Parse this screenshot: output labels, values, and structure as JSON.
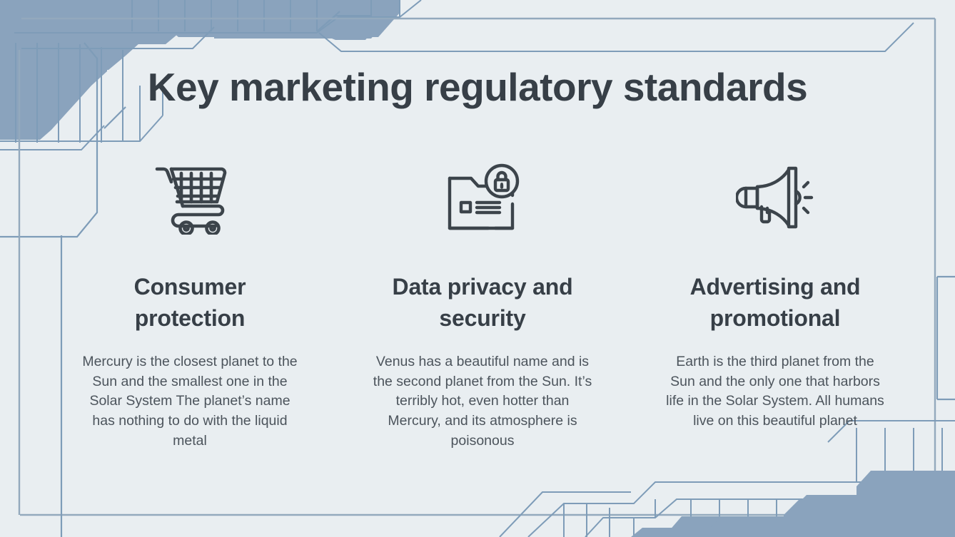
{
  "slide": {
    "title": "Key marketing regulatory standards",
    "background_color": "#e9eef1",
    "accent_color": "#8aa3bd",
    "line_color": "#7e9cb8",
    "title_color": "#373f47",
    "body_color": "#4c545c"
  },
  "columns": [
    {
      "icon": "shopping-cart-icon",
      "title": "Consumer protection",
      "body": "Mercury is the closest planet to the Sun and the smallest one in the Solar System The planet’s name has nothing to do with the liquid metal"
    },
    {
      "icon": "folder-lock-icon",
      "title": "Data privacy and security",
      "body": "Venus has a beautiful name and is the second planet from the Sun. It’s terribly hot, even hotter than Mercury, and its atmosphere is poisonous"
    },
    {
      "icon": "megaphone-icon",
      "title": "Advertising and promotional",
      "body": "Earth is the third planet from the Sun and the only one that harbors life in the Solar System. All humans live on this beautiful planet"
    }
  ]
}
